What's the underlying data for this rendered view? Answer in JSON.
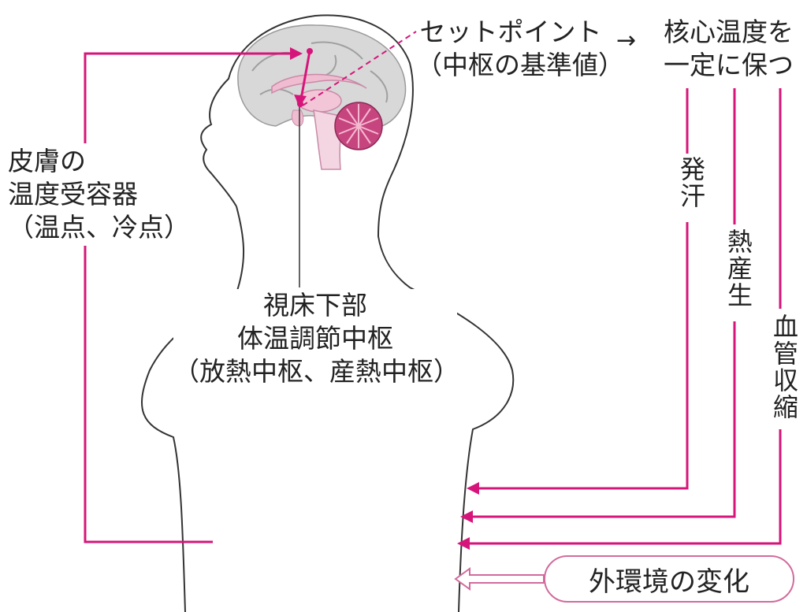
{
  "colors": {
    "accent": "#d6157a",
    "brain": "#d9d9d9",
    "thalamus": "#f2c6d6",
    "cerebellum": "#c7457f"
  },
  "labels": {
    "set_point": [
      "セットポイント",
      "（中枢の基準値）"
    ],
    "arrow_text": "→",
    "core_temp": [
      "核心温度を",
      "一定に保つ"
    ],
    "skin_receptor": [
      "皮膚の",
      "温度受容器",
      "（温点、冷点）"
    ],
    "hypothalamus": [
      "視床下部",
      "体温調節中枢",
      "（放熱中枢、産熱中枢）"
    ],
    "sweating": "発汗",
    "heat_production": "熱産生",
    "vasoconstriction": "血管収縮",
    "external_change": "外環境の変化"
  }
}
